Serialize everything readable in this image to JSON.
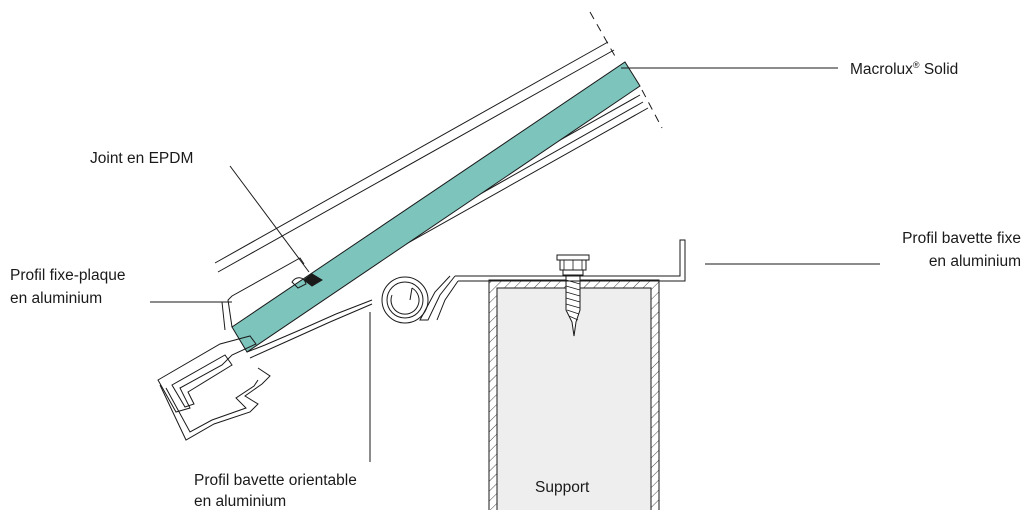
{
  "labels": {
    "macrolux_name": "Macrolux",
    "macrolux_reg": "®",
    "macrolux_suffix": " Solid",
    "joint": "Joint en EPDM",
    "fixe_plaque_l1": "Profil fixe-plaque",
    "fixe_plaque_l2": "en aluminium",
    "bavette_fixe_l1": "Profil bavette fixe",
    "bavette_fixe_l2": "en aluminium",
    "bavette_orient_l1": "Profil bavette orientable",
    "bavette_orient_l2": "en aluminium",
    "support": "Support"
  },
  "colors": {
    "panel_fill": "#7dc4bc",
    "support_fill": "#eeeeee",
    "line": "#1a1a1a"
  }
}
